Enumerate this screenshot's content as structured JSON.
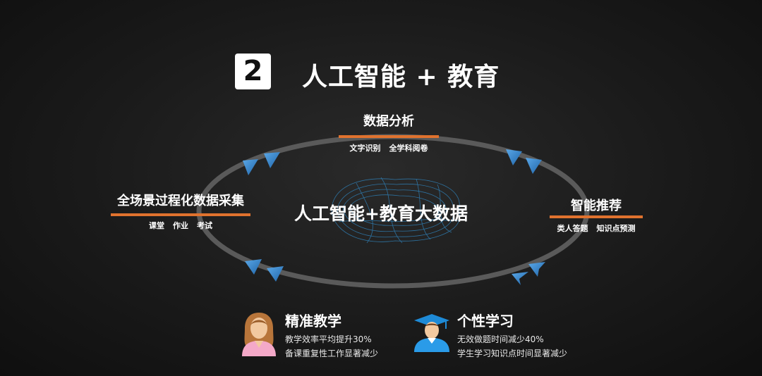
{
  "header": {
    "number": "2",
    "title": "人工智能 + 教育"
  },
  "center": {
    "title": "人工智能+教育大数据"
  },
  "nodes": {
    "top": {
      "title": "数据分析",
      "items": [
        "文字识别",
        "全学科阅卷"
      ]
    },
    "left": {
      "title": "全场景过程化数据采集",
      "items": [
        "课堂",
        "作业",
        "考试"
      ]
    },
    "right": {
      "title": "智能推荐",
      "items": [
        "类人答题",
        "知识点预测"
      ]
    }
  },
  "bottom": {
    "teacher": {
      "title": "精准教学",
      "lines": [
        "教学效率平均提升30%",
        "备课重复性工作显著减少"
      ]
    },
    "student": {
      "title": "个性学习",
      "lines": [
        "无效做题时间减少40%",
        "学生学习知识点时间显著减少"
      ]
    }
  },
  "colors": {
    "accent": "#e0722e",
    "arrow": "#3a86c8",
    "ring": "#5a5a5a",
    "brain": "#2f7fb5"
  }
}
